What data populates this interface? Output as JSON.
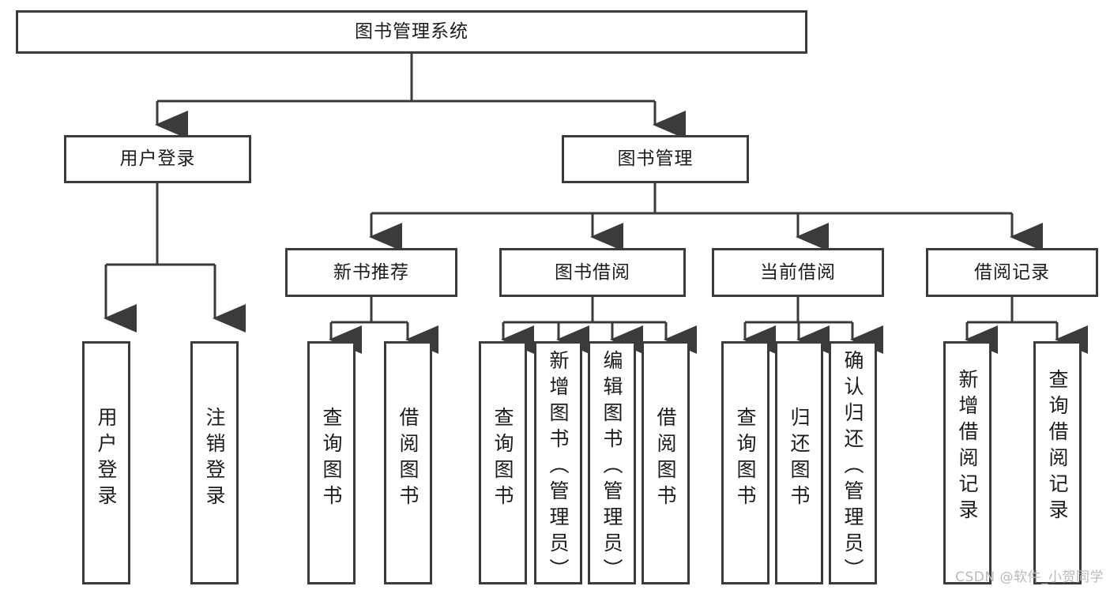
{
  "diagram": {
    "title": "图书管理系统",
    "type": "hierarchy-tree",
    "watermark": "CSDN @软件_小贺同学",
    "colors": {
      "stroke": "#3b3b3b",
      "fill": "#ffffff",
      "text": "#1c1c1c",
      "watermark": "#b9b9b9"
    },
    "nodes": {
      "root": {
        "label": "图书管理系统"
      },
      "level1": [
        {
          "label": "用户登录"
        },
        {
          "label": "图书管理"
        }
      ],
      "level2": [
        {
          "label": "新书推荐"
        },
        {
          "label": "图书借阅"
        },
        {
          "label": "当前借阅"
        },
        {
          "label": "借阅记录"
        }
      ],
      "leaves": {
        "user_login": [
          {
            "label": "用户登录"
          },
          {
            "label": "注销登录"
          }
        ],
        "new_book_recommend": [
          {
            "label": "查询图书"
          },
          {
            "label": "借阅图书"
          }
        ],
        "book_borrow": [
          {
            "label": "查询图书"
          },
          {
            "label": "新增图书（管理员）"
          },
          {
            "label": "编辑图书（管理员）"
          },
          {
            "label": "借阅图书"
          }
        ],
        "current_borrow": [
          {
            "label": "查询图书"
          },
          {
            "label": "归还图书"
          },
          {
            "label": "确认归还（管理员）"
          }
        ],
        "borrow_record": [
          {
            "label": "新增借阅记录"
          },
          {
            "label": "查询借阅记录"
          }
        ]
      }
    }
  }
}
